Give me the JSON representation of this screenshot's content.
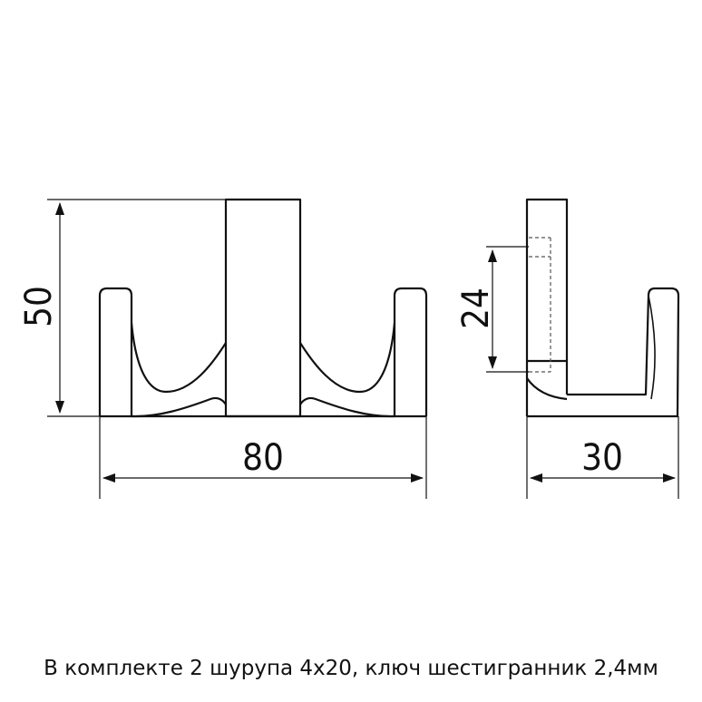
{
  "dimensions": {
    "height": "50",
    "width": "80",
    "depth": "30",
    "hole_spacing": "24"
  },
  "caption": "В комплекте 2 шурупа 4х20, ключ шестигранник 2,4мм",
  "colors": {
    "line": "#111111",
    "hidden_line": "#555555",
    "background": "#ffffff"
  }
}
